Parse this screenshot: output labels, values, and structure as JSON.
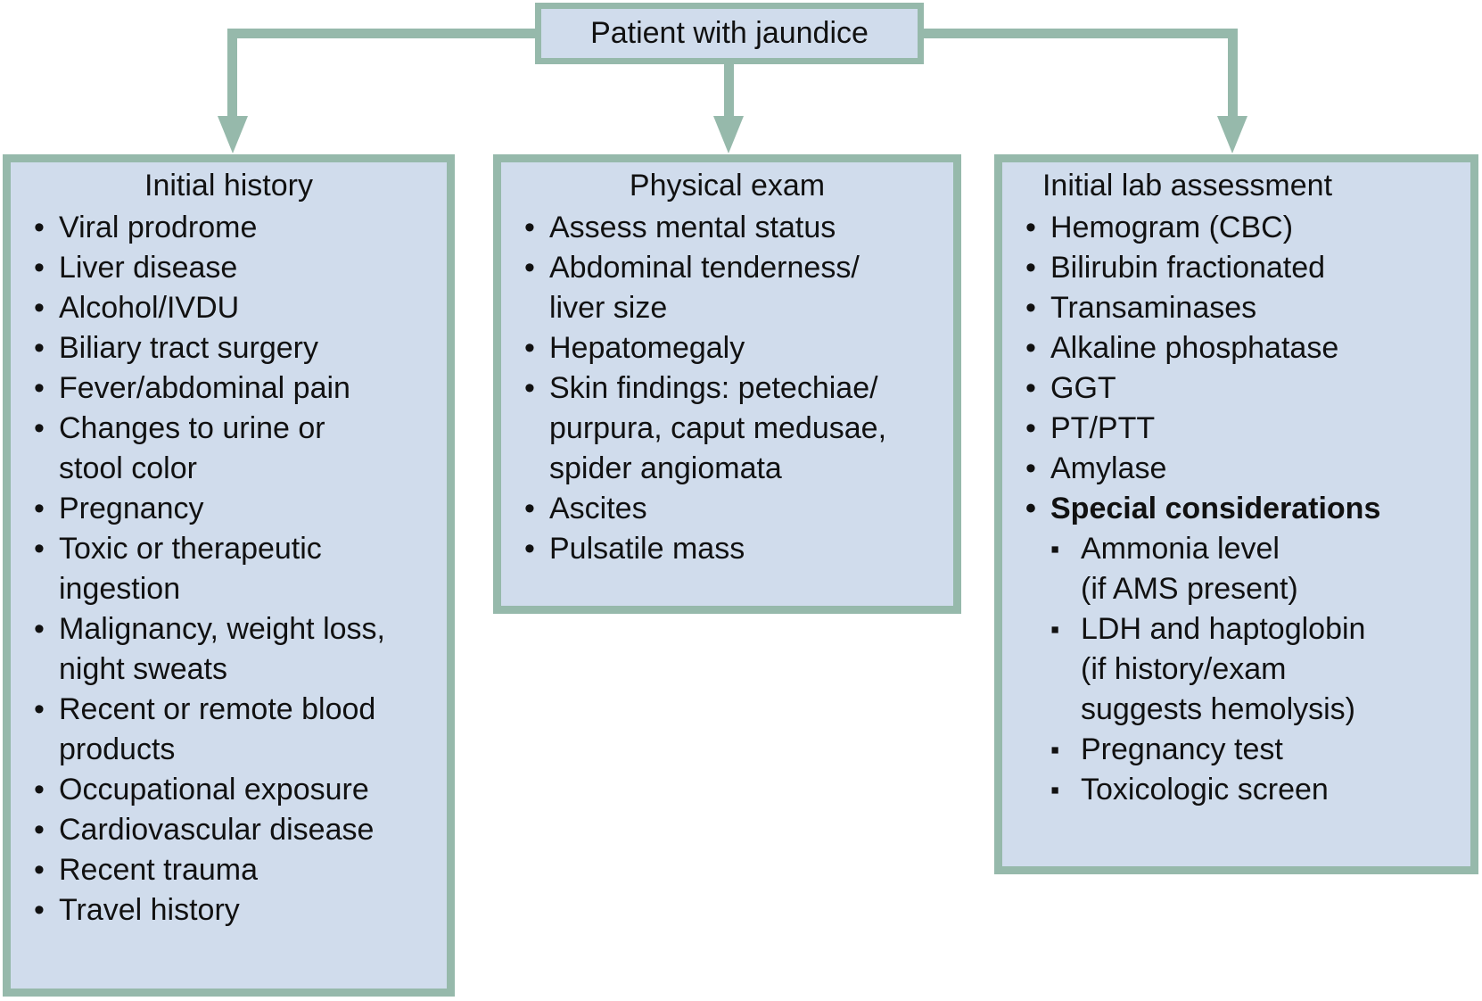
{
  "colors": {
    "accent_green": "#96b9ab",
    "box_fill": "#d0dcec",
    "text": "#111111",
    "background": "#ffffff"
  },
  "root": {
    "title": "Patient with jaundice"
  },
  "icons": {
    "arrows": "down-arrow-icon x3 (sage green, pointing from trunk line into each column box)"
  },
  "columns": [
    {
      "title": "Initial history",
      "items": [
        "Viral prodrome",
        "Liver disease",
        "Alcohol/IVDU",
        "Biliary tract surgery",
        "Fever/abdominal pain",
        "Changes to urine or\nstool color",
        "Pregnancy",
        "Toxic or therapeutic\ningestion",
        "Malignancy, weight loss,\nnight sweats",
        "Recent or remote blood\nproducts",
        "Occupational exposure",
        "Cardiovascular disease",
        "Recent trauma",
        "Travel history"
      ]
    },
    {
      "title": "Physical exam",
      "items": [
        "Assess mental status",
        "Abdominal tenderness/\nliver size",
        "Hepatomegaly",
        "Skin findings: petechiae/\npurpura, caput medusae,\nspider angiomata",
        "Ascites",
        "Pulsatile mass"
      ]
    },
    {
      "title": "Initial lab assessment",
      "items": [
        "Hemogram (CBC)",
        "Bilirubin fractionated",
        "Transaminases",
        "Alkaline phosphatase",
        "GGT",
        "PT/PTT",
        "Amylase",
        "Special considerations"
      ],
      "subitems": [
        "Ammonia level\n(if AMS present)",
        "LDH and haptoglobin\n(if history/exam\nsuggests hemolysis)",
        "Pregnancy test",
        "Toxicologic screen"
      ]
    }
  ]
}
